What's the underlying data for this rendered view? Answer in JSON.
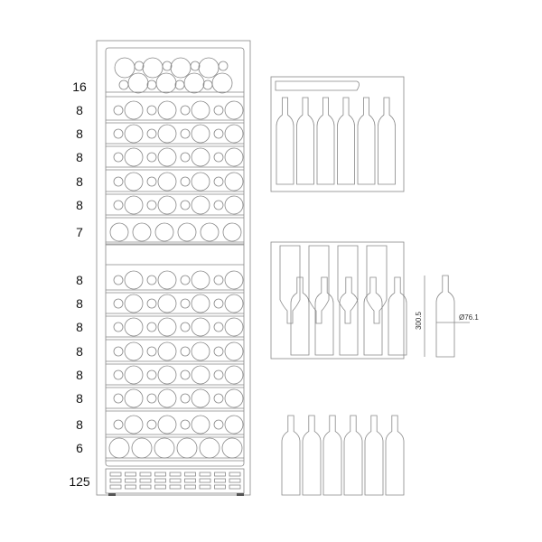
{
  "shelf_capacities": [
    "16",
    "8",
    "8",
    "8",
    "8",
    "8",
    "7",
    "8",
    "8",
    "8",
    "8",
    "8",
    "8",
    "8",
    "6"
  ],
  "plinth_height": "125",
  "bottle_dimensions": {
    "height": "300.5",
    "diameter": "Ø76.1"
  }
}
